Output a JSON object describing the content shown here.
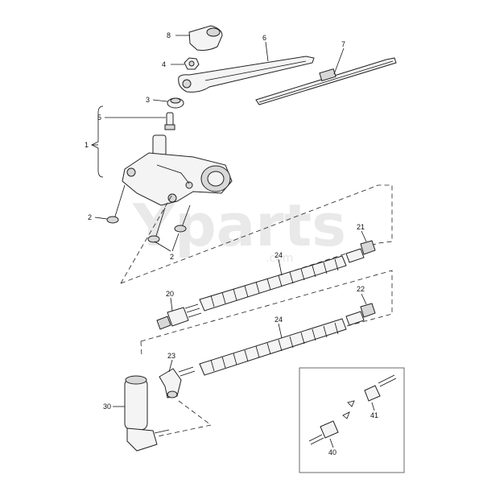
{
  "watermark": {
    "main": "Yparts",
    "sub": ".com"
  },
  "callouts": {
    "c1": "1",
    "c2a": "2",
    "c2b": "2",
    "c3": "3",
    "c4": "4",
    "c5": "5",
    "c6": "6",
    "c7": "7",
    "c8": "8",
    "c20": "20",
    "c21": "21",
    "c22": "22",
    "c23": "23",
    "c24a": "24",
    "c24b": "24",
    "c30": "30",
    "c40": "40",
    "c41": "41"
  }
}
